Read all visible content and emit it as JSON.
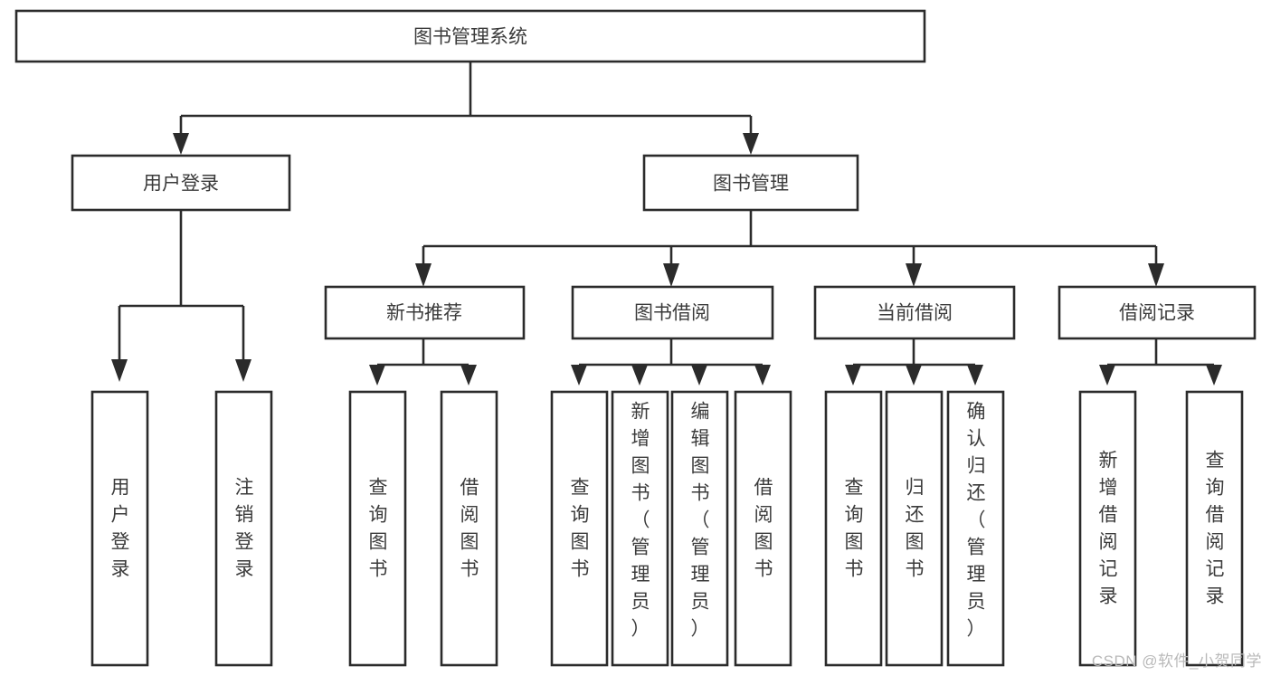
{
  "diagram": {
    "type": "tree-hierarchy",
    "title": "图书管理系统",
    "root": {
      "label": "图书管理系统",
      "name": "root-node"
    },
    "level2": [
      {
        "label": "用户登录",
        "name": "node-user-login"
      },
      {
        "label": "图书管理",
        "name": "node-book-management"
      }
    ],
    "level3": [
      {
        "label": "新书推荐",
        "name": "node-new-book-recommend"
      },
      {
        "label": "图书借阅",
        "name": "node-book-borrow"
      },
      {
        "label": "当前借阅",
        "name": "node-current-borrow"
      },
      {
        "label": "借阅记录",
        "name": "node-borrow-record"
      }
    ],
    "leaves": {
      "user_login": [
        {
          "label": "用户登录",
          "name": "leaf-user-login"
        },
        {
          "label": "注销登录",
          "name": "leaf-logout"
        }
      ],
      "new_book_recommend": [
        {
          "label": "查询图书",
          "name": "leaf-query-book-1"
        },
        {
          "label": "借阅图书",
          "name": "leaf-borrow-book-1"
        }
      ],
      "book_borrow": [
        {
          "label": "查询图书",
          "name": "leaf-query-book-2"
        },
        {
          "label": "新增图书（管理员）",
          "name": "leaf-add-book-admin"
        },
        {
          "label": "编辑图书（管理员）",
          "name": "leaf-edit-book-admin"
        },
        {
          "label": "借阅图书",
          "name": "leaf-borrow-book-2"
        }
      ],
      "current_borrow": [
        {
          "label": "查询图书",
          "name": "leaf-query-book-3"
        },
        {
          "label": "归还图书",
          "name": "leaf-return-book"
        },
        {
          "label": "确认归还（管理员）",
          "name": "leaf-confirm-return-admin"
        }
      ],
      "borrow_record": [
        {
          "label": "新增借阅记录",
          "name": "leaf-add-borrow-record"
        },
        {
          "label": "查询借阅记录",
          "name": "leaf-query-borrow-record"
        }
      ]
    }
  },
  "watermark": {
    "text": "CSDN @软件_小贺同学"
  },
  "colors": {
    "stroke": "#2b2b2b",
    "fill": "#ffffff",
    "text": "#3b3b3b",
    "watermark": "#b9b9b9"
  }
}
